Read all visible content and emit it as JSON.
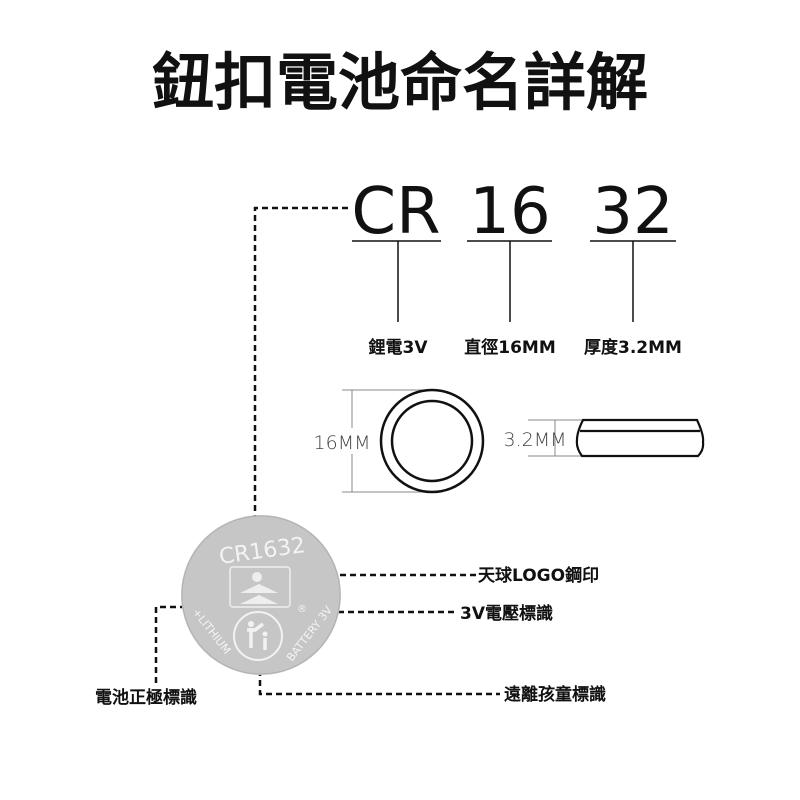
{
  "title": "鈕扣電池命名詳解",
  "code": {
    "prefix": "CR",
    "diameter": "16",
    "thickness": "32"
  },
  "meanings": {
    "prefix": "鋰電3V",
    "diameter": "直徑16MM",
    "thickness": "厚度3.2MM"
  },
  "dimensions": {
    "diameter": "16MM",
    "thickness": "3.2MM"
  },
  "coin": {
    "model": "CR1632",
    "left_text": "+LITHIUM",
    "right_text": "BATTERY 3V",
    "registered": "®"
  },
  "callouts": {
    "logo": "天球LOGO鋼印",
    "voltage": "3V電壓標識",
    "positive": "電池正極標識",
    "child": "遠離孩童標識"
  },
  "colors": {
    "coin": "#c6c6c6",
    "ink": "#111111"
  }
}
